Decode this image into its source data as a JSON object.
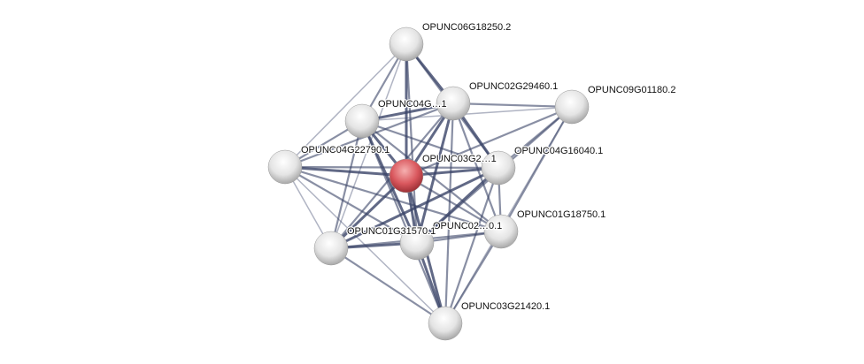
{
  "nodes": [
    {
      "id": "n0",
      "label": "OPUNC06G18250.2",
      "query": false
    },
    {
      "id": "n1",
      "label": "OPUNC02G29460.1",
      "query": false
    },
    {
      "id": "n2",
      "label": "OPUNC09G01180.2",
      "query": false
    },
    {
      "id": "n3",
      "label": "OPUNC04G…1",
      "query": false
    },
    {
      "id": "n4",
      "label": "OPUNC04G22790.1",
      "query": false
    },
    {
      "id": "n5",
      "label": "OPUNC03G2…1",
      "query": true
    },
    {
      "id": "n6",
      "label": "OPUNC04G16040.1",
      "query": false
    },
    {
      "id": "n7",
      "label": "OPUNC01G18750.1",
      "query": false
    },
    {
      "id": "n8",
      "label": "OPUNC02…0.1",
      "query": false
    },
    {
      "id": "n9",
      "label": "OPUNC01G31570.1",
      "query": false
    },
    {
      "id": "n10",
      "label": "OPUNC03G21420.1",
      "query": false
    }
  ],
  "edges": [
    [
      0,
      1,
      3
    ],
    [
      0,
      3,
      2
    ],
    [
      0,
      5,
      3
    ],
    [
      0,
      6,
      2
    ],
    [
      0,
      8,
      2
    ],
    [
      0,
      4,
      1
    ],
    [
      0,
      9,
      1
    ],
    [
      1,
      2,
      2
    ],
    [
      1,
      3,
      3
    ],
    [
      1,
      4,
      2
    ],
    [
      1,
      5,
      3
    ],
    [
      1,
      6,
      3
    ],
    [
      1,
      7,
      2
    ],
    [
      1,
      8,
      3
    ],
    [
      1,
      9,
      2
    ],
    [
      1,
      10,
      2
    ],
    [
      2,
      3,
      1
    ],
    [
      2,
      5,
      2
    ],
    [
      2,
      6,
      2
    ],
    [
      2,
      7,
      2
    ],
    [
      2,
      8,
      2
    ],
    [
      2,
      10,
      1
    ],
    [
      3,
      4,
      2
    ],
    [
      3,
      5,
      3
    ],
    [
      3,
      6,
      2
    ],
    [
      3,
      7,
      2
    ],
    [
      3,
      8,
      3
    ],
    [
      3,
      9,
      2
    ],
    [
      3,
      10,
      2
    ],
    [
      4,
      5,
      3
    ],
    [
      4,
      6,
      2
    ],
    [
      4,
      7,
      2
    ],
    [
      4,
      8,
      2
    ],
    [
      4,
      9,
      1
    ],
    [
      4,
      10,
      1
    ],
    [
      5,
      6,
      3
    ],
    [
      5,
      7,
      2
    ],
    [
      5,
      8,
      3
    ],
    [
      5,
      9,
      3
    ],
    [
      5,
      10,
      3
    ],
    [
      6,
      7,
      2
    ],
    [
      6,
      8,
      3
    ],
    [
      6,
      9,
      3
    ],
    [
      6,
      10,
      2
    ],
    [
      7,
      8,
      2
    ],
    [
      7,
      9,
      2
    ],
    [
      7,
      10,
      2
    ],
    [
      8,
      9,
      3
    ],
    [
      8,
      10,
      3
    ],
    [
      9,
      10,
      2
    ]
  ],
  "colors": {
    "edge": "#3a4468",
    "node": "#e8e8e8",
    "query": "#d9555b"
  }
}
